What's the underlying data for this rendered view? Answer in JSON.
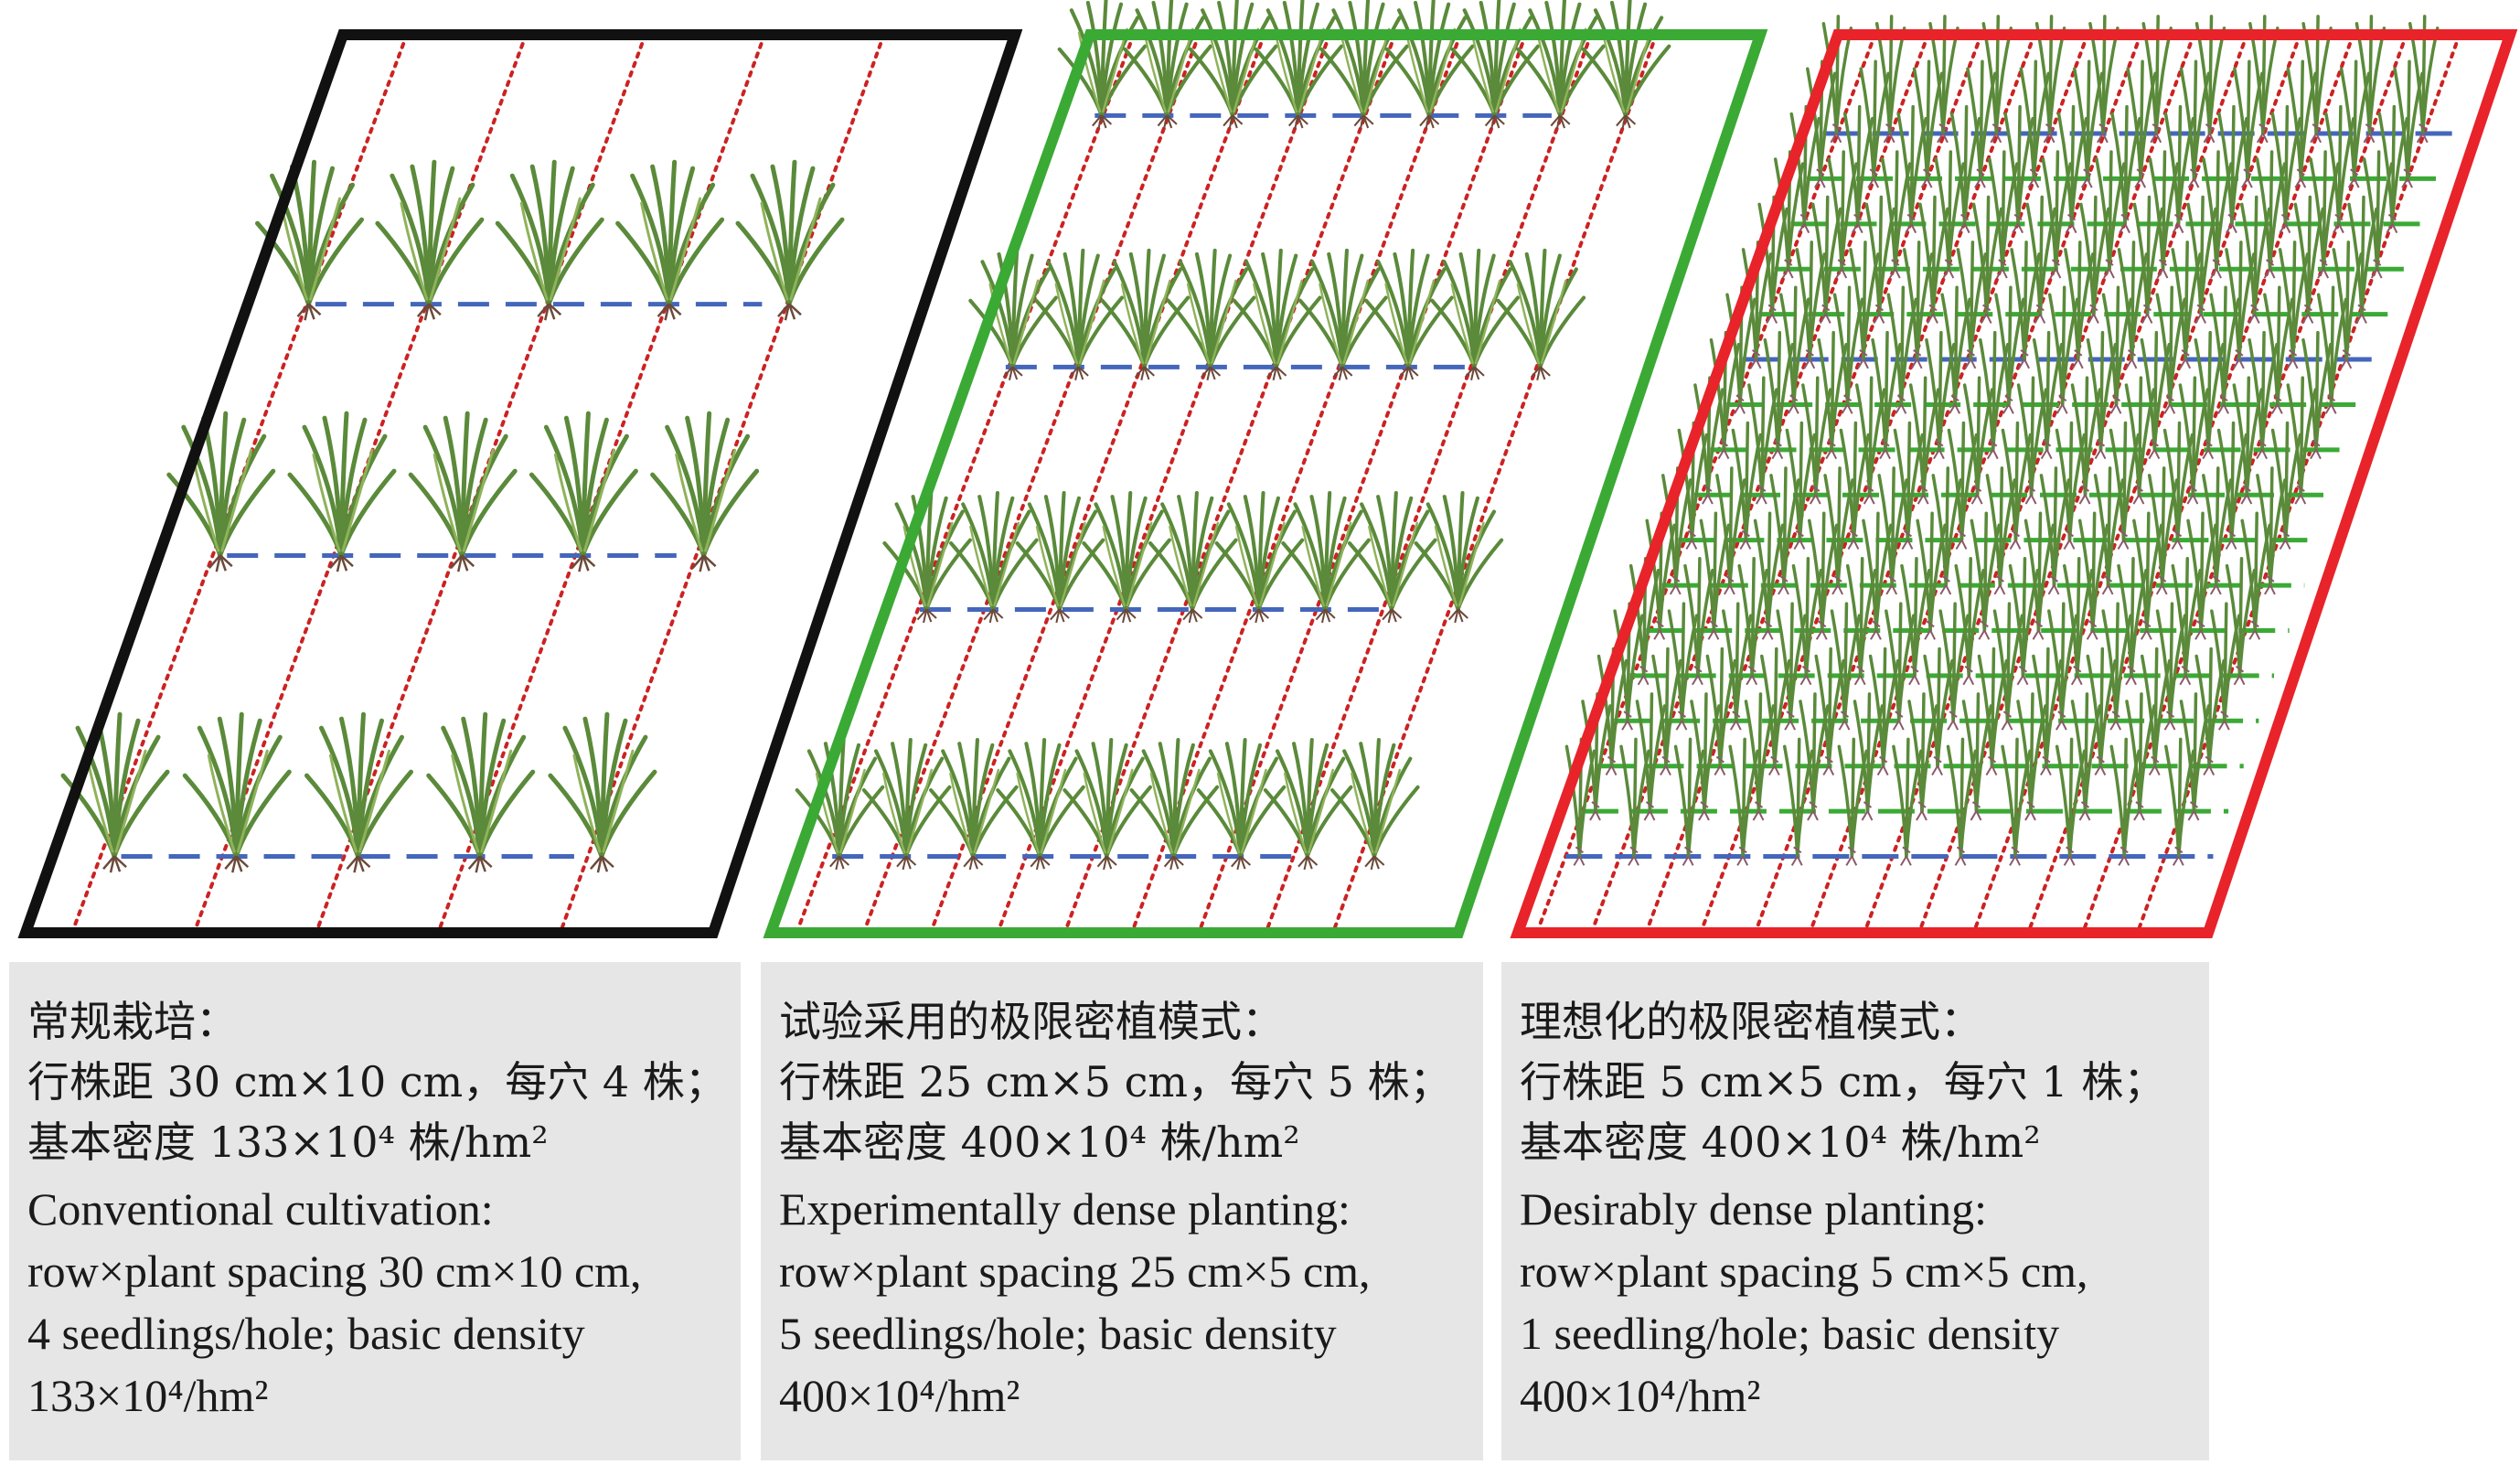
{
  "panels": [
    {
      "id": "conventional",
      "frame_color": "#111111",
      "rows": 3,
      "cols": 5,
      "row_line_color": "#4466bb",
      "column_line_color": "#cc2222",
      "caption": {
        "zh_title": "常规栽培：",
        "zh_spacing": "行株距 30 cm×10 cm，每穴 4 株；",
        "zh_density": "基本密度 133×10⁴ 株/hm²",
        "en_lines": [
          "Conventional cultivation:",
          "row×plant spacing 30 cm×10 cm,",
          "4 seedlings/hole; basic density",
          "133×10⁴/hm²"
        ]
      }
    },
    {
      "id": "experimental",
      "frame_color": "#3aaa35",
      "rows": 4,
      "cols": 9,
      "row_line_color": "#4466bb",
      "column_line_color": "#cc2222",
      "caption": {
        "zh_title": "试验采用的极限密植模式：",
        "zh_spacing": "行株距 25 cm×5 cm，每穴 5 株；",
        "zh_density": "基本密度 400×10⁴ 株/hm²",
        "en_lines": [
          "Experimentally dense planting:",
          "row×plant spacing 25 cm×5 cm,",
          "5 seedlings/hole; basic density",
          "400×10⁴/hm²"
        ]
      }
    },
    {
      "id": "desirable",
      "frame_color": "#e8232a",
      "rows": 17,
      "cols": 12,
      "row_line_color": "#3aaa35",
      "highlight_row_color": "#4466bb",
      "column_line_color": "#cc2222",
      "caption": {
        "zh_title": "理想化的极限密植模式：",
        "zh_spacing": "行株距 5 cm×5 cm，每穴 1 株；",
        "zh_density": "基本密度 400×10⁴ 株/hm²",
        "en_lines": [
          "Desirably dense planting:",
          "row×plant spacing 5 cm×5 cm,",
          "1 seedling/hole; basic density",
          "400×10⁴/hm²"
        ]
      }
    }
  ]
}
